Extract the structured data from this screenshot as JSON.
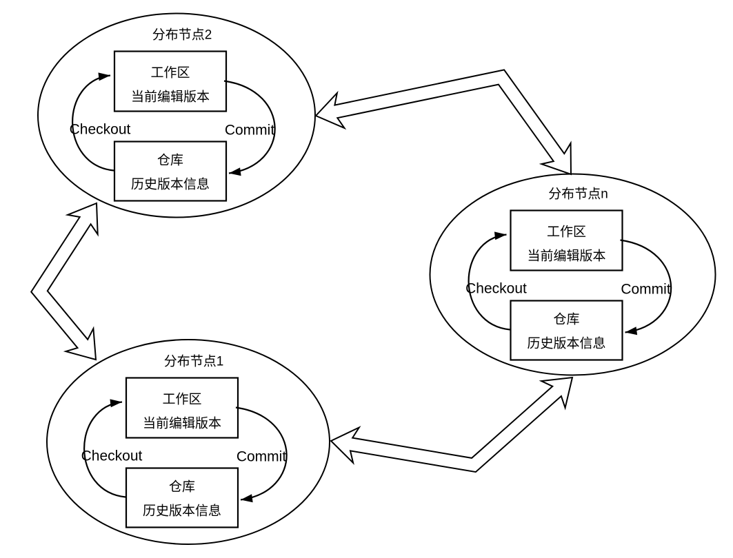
{
  "diagram": {
    "background_color": "#ffffff",
    "line_color": "#000000",
    "nodes": [
      {
        "id": "node-2",
        "title": "分布节点2",
        "workspace_box": {
          "line1": "工作区",
          "line2": "当前编辑版本"
        },
        "repository_box": {
          "line1": "仓库",
          "line2": "历史版本信息"
        },
        "checkout_label": "Checkout",
        "commit_label": "Commit"
      },
      {
        "id": "node-n",
        "title": "分布节点n",
        "workspace_box": {
          "line1": "工作区",
          "line2": "当前编辑版本"
        },
        "repository_box": {
          "line1": "仓库",
          "line2": "历史版本信息"
        },
        "checkout_label": "Checkout",
        "commit_label": "Commit"
      },
      {
        "id": "node-1",
        "title": "分布节点1",
        "workspace_box": {
          "line1": "工作区",
          "line2": "当前编辑版本"
        },
        "repository_box": {
          "line1": "仓库",
          "line2": "历史版本信息"
        },
        "checkout_label": "Checkout",
        "commit_label": "Commit"
      }
    ],
    "connectors": [
      {
        "between": [
          "分布节点2",
          "分布节点n"
        ],
        "style": "double-headed-hollow-arrow"
      },
      {
        "between": [
          "分布节点2",
          "分布节点1"
        ],
        "style": "double-headed-hollow-arrow"
      },
      {
        "between": [
          "分布节点1",
          "分布节点n"
        ],
        "style": "double-headed-hollow-arrow"
      }
    ]
  }
}
